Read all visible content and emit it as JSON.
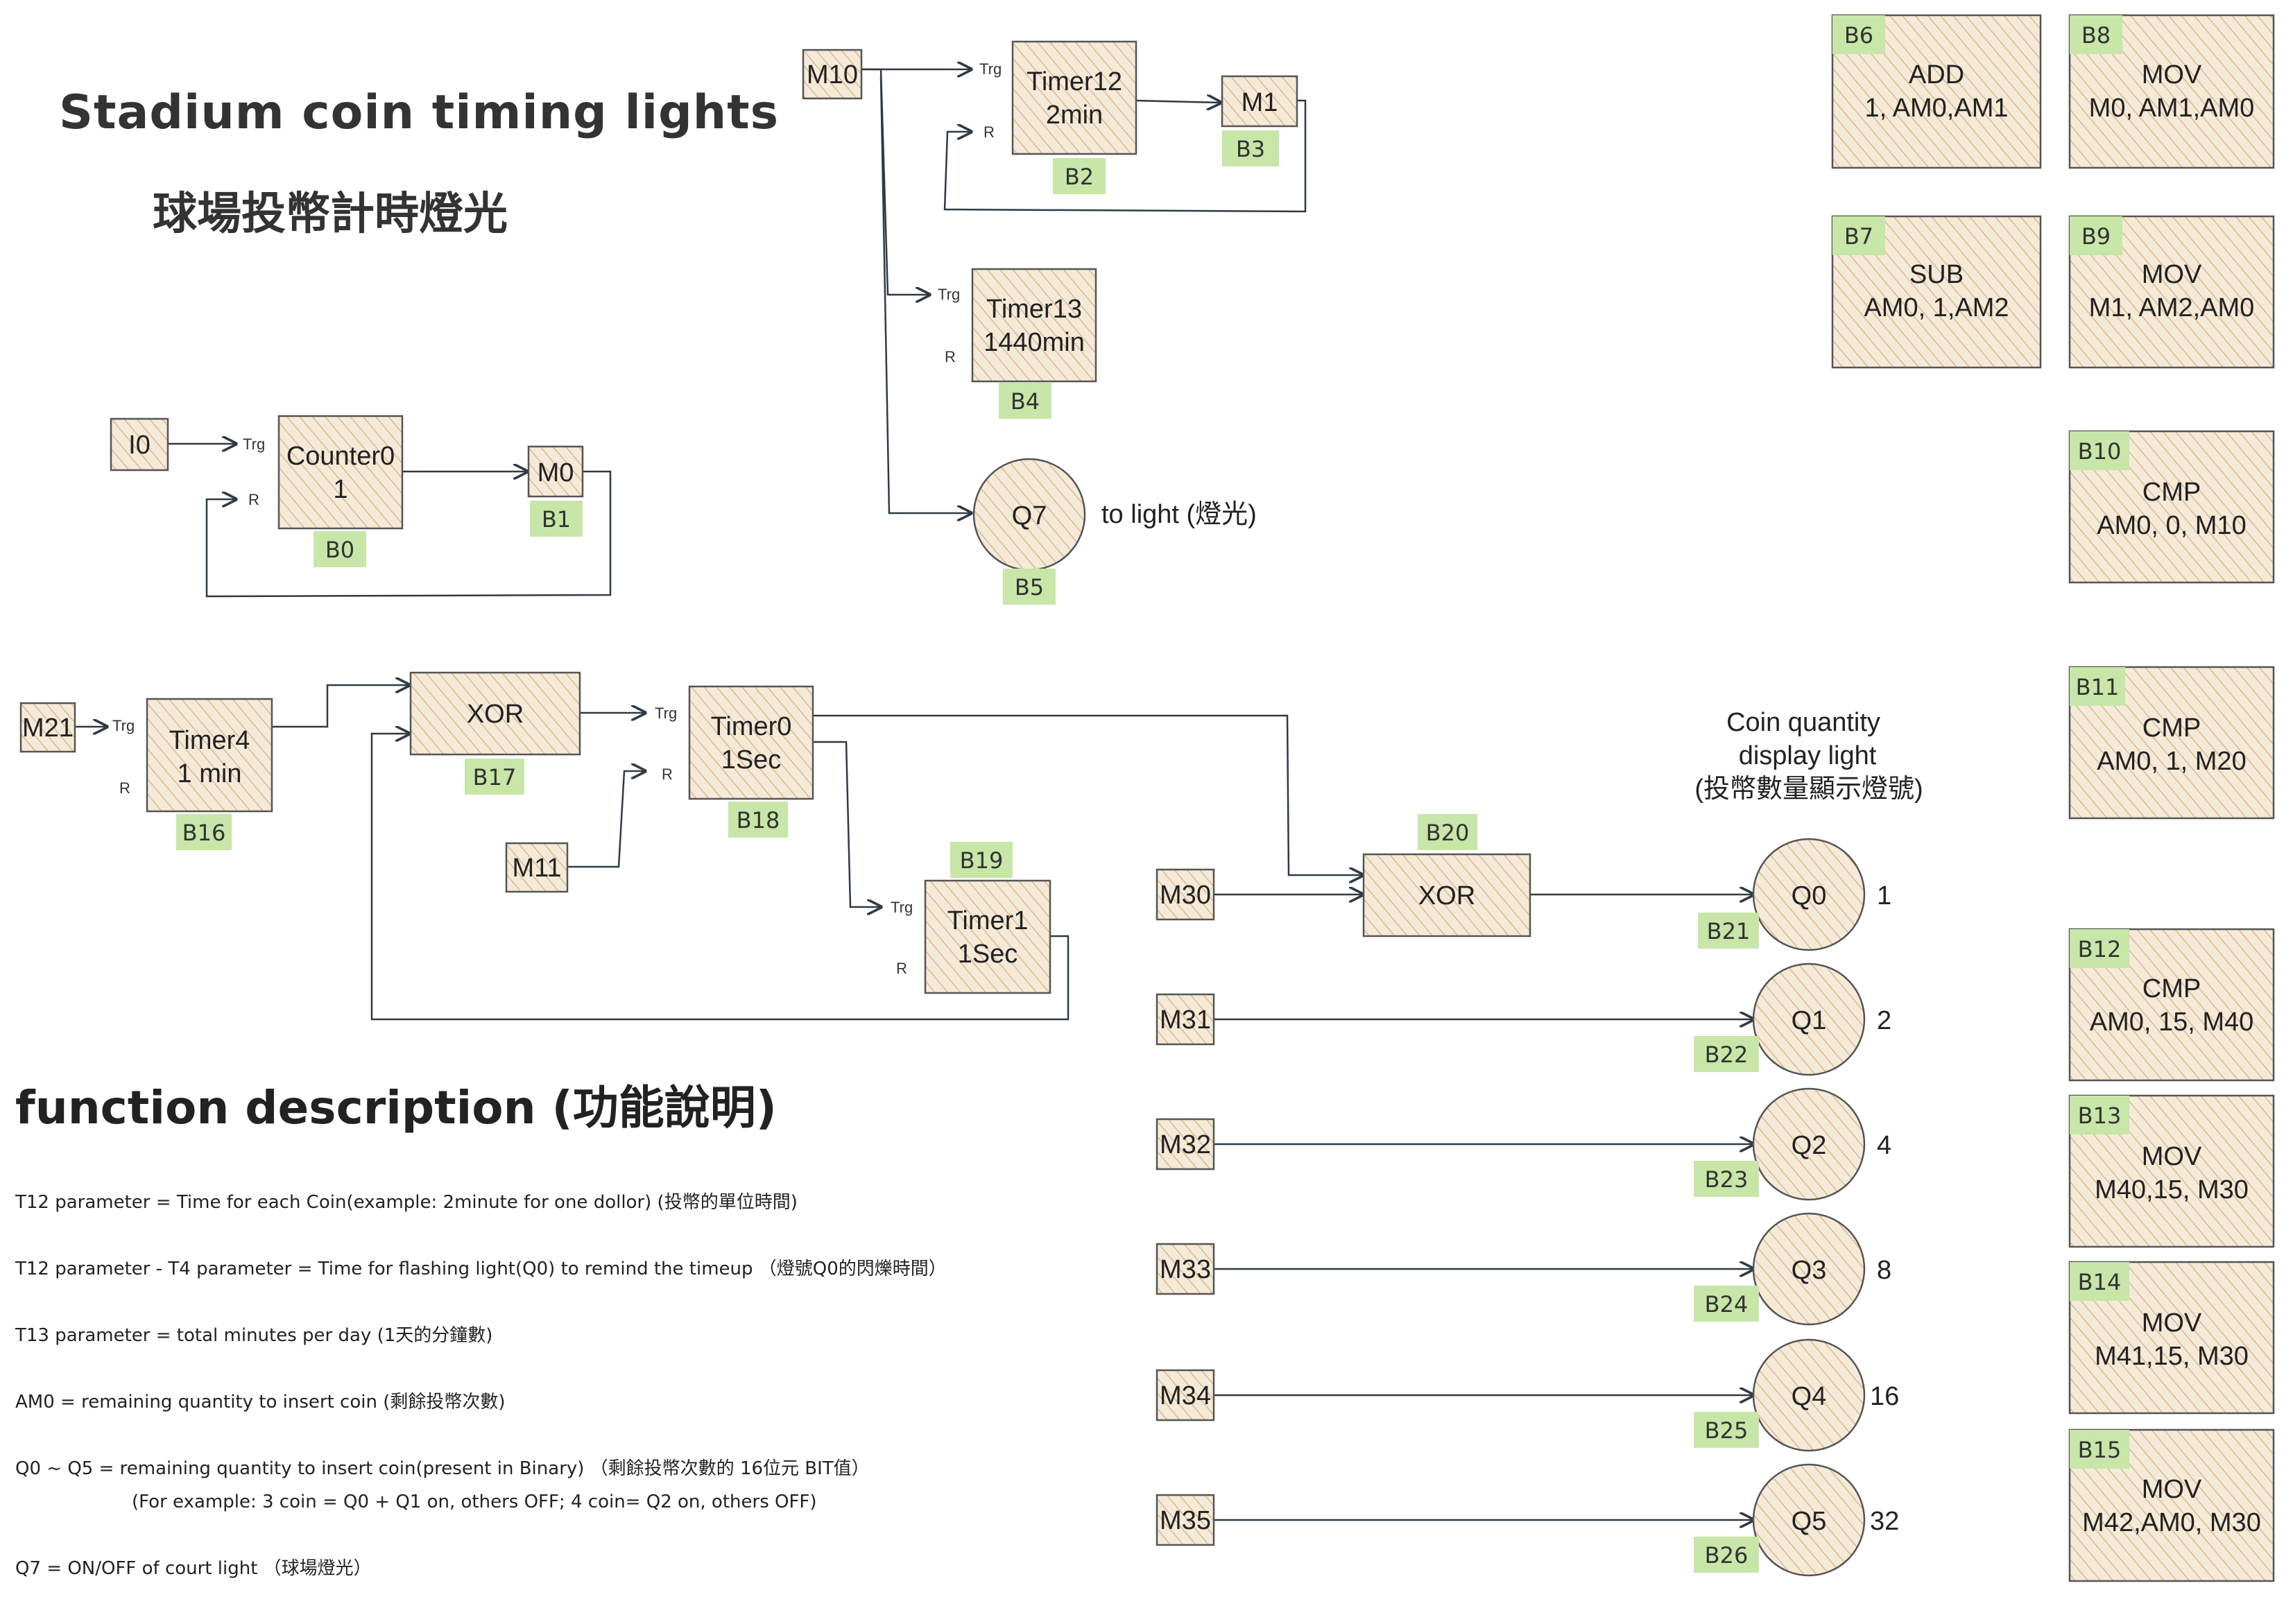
{
  "title": {
    "en": "Stadium coin timing lights",
    "zh": "球場投幣計時燈光"
  },
  "blocks": {
    "M10": {
      "lines": [
        "M10"
      ]
    },
    "T12": {
      "lines": [
        "Timer12",
        "2min"
      ],
      "badge": "B2"
    },
    "M1": {
      "lines": [
        "M1"
      ],
      "badge": "B3"
    },
    "T13": {
      "lines": [
        "Timer13",
        "1440min"
      ],
      "badge": "B4"
    },
    "Q7": {
      "lines": [
        "Q7"
      ],
      "badge": "B5"
    },
    "Q7note": "to light (燈光)",
    "I0": {
      "lines": [
        "I0"
      ]
    },
    "C0": {
      "lines": [
        "Counter0",
        "1"
      ],
      "badge": "B0"
    },
    "M0": {
      "lines": [
        "M0"
      ],
      "badge": "B1"
    },
    "M21": {
      "lines": [
        "M21"
      ]
    },
    "T4": {
      "lines": [
        "Timer4",
        "1 min"
      ],
      "badge": "B16"
    },
    "XOR1": {
      "lines": [
        "XOR"
      ],
      "badge": "B17"
    },
    "T0": {
      "lines": [
        "Timer0",
        "1Sec"
      ],
      "badge": "B18"
    },
    "M11": {
      "lines": [
        "M11"
      ]
    },
    "T1": {
      "lines": [
        "Timer1",
        "1Sec"
      ],
      "badge": "B19"
    },
    "XOR2": {
      "lines": [
        "XOR"
      ],
      "badge": "B20"
    },
    "M30": {
      "lines": [
        "M30"
      ]
    },
    "M31": {
      "lines": [
        "M31"
      ]
    },
    "M32": {
      "lines": [
        "M32"
      ]
    },
    "M33": {
      "lines": [
        "M33"
      ]
    },
    "M34": {
      "lines": [
        "M34"
      ]
    },
    "M35": {
      "lines": [
        "M35"
      ]
    }
  },
  "pins": {
    "trg": "Trg",
    "r": "R"
  },
  "outputs": [
    {
      "label": "Q0",
      "value": "1",
      "badge": "B21"
    },
    {
      "label": "Q1",
      "value": "2",
      "badge": "B22"
    },
    {
      "label": "Q2",
      "value": "4",
      "badge": "B23"
    },
    {
      "label": "Q3",
      "value": "8",
      "badge": "B24"
    },
    {
      "label": "Q4",
      "value": "16",
      "badge": "B25"
    },
    {
      "label": "Q5",
      "value": "32",
      "badge": "B26"
    }
  ],
  "coin_display_title": [
    "Coin quantity",
    "display light",
    "(投幣數量顯示燈號)"
  ],
  "side_blocks": [
    {
      "badge": "B6",
      "lines": [
        "ADD",
        "1, AM0,AM1"
      ]
    },
    {
      "badge": "B8",
      "lines": [
        "MOV",
        "M0, AM1,AM0"
      ]
    },
    {
      "badge": "B7",
      "lines": [
        "SUB",
        "AM0, 1,AM2"
      ]
    },
    {
      "badge": "B9",
      "lines": [
        "MOV",
        "M1, AM2,AM0"
      ]
    },
    {
      "badge": "B10",
      "lines": [
        "CMP",
        "AM0, 0, M10"
      ]
    },
    {
      "badge": "B11",
      "lines": [
        "CMP",
        "AM0, 1, M20"
      ]
    },
    {
      "badge": "B12",
      "lines": [
        "CMP",
        "AM0, 15, M40"
      ]
    },
    {
      "badge": "B13",
      "lines": [
        "MOV",
        "M40,15, M30"
      ]
    },
    {
      "badge": "B14",
      "lines": [
        "MOV",
        "M41,15, M30"
      ]
    },
    {
      "badge": "B15",
      "lines": [
        "MOV",
        "M42,AM0, M30"
      ]
    }
  ],
  "function_description": {
    "title": "function description (功能說明)",
    "lines": [
      "T12 parameter = Time for each Coin(example: 2minute for one dollor) (投幣的單位時間)",
      "T12 parameter - T4 parameter = Time for flashing light(Q0) to remind the timeup （燈號Q0的閃爍時間）",
      "T13 parameter = total minutes per day (1天的分鐘數)",
      "AM0 = remaining quantity to insert coin (剩餘投幣次數)",
      "Q0 ~ Q5 = remaining quantity to insert coin(present in Binary) （剩餘投幣次數的 16位元 BIT值）",
      "(For example: 3 coin = Q0 + Q1 on, others OFF; 4 coin= Q2 on, others OFF)",
      "Q7 = ON/OFF of court light （球場燈光）"
    ]
  },
  "colors": {
    "box_fill": "#f3e6d2",
    "hatch": "#d9b98f",
    "badge": "#c7e6a8",
    "wire": "#2f3a44"
  }
}
